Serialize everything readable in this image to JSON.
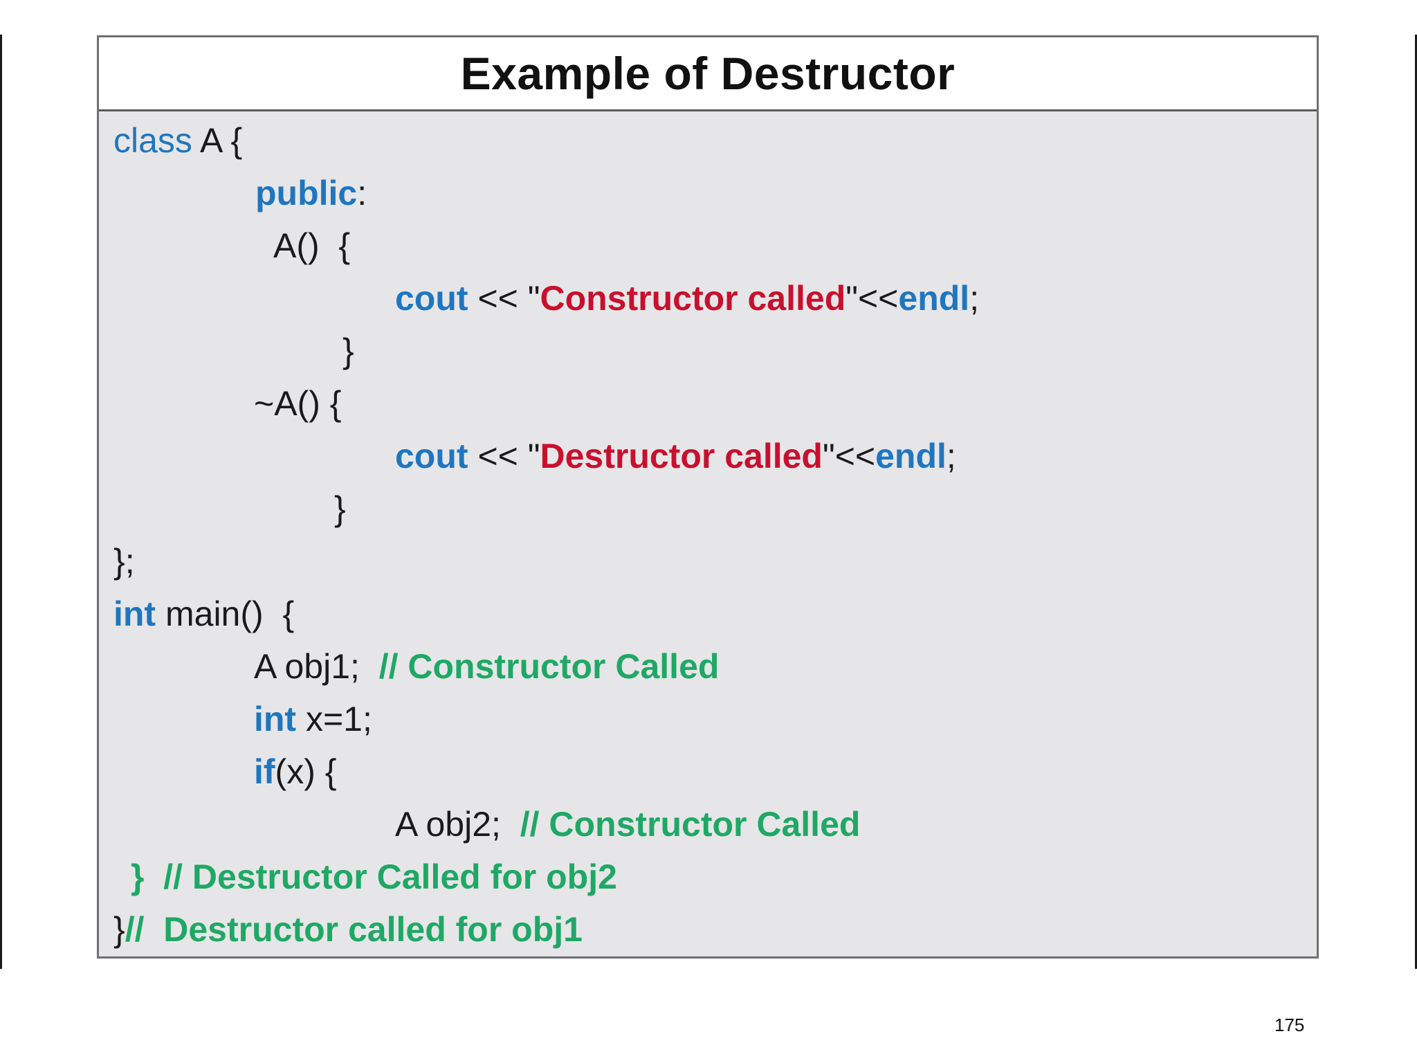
{
  "slide": {
    "title": "Example of Destructor",
    "page_number": "175"
  },
  "code": {
    "l1": {
      "kw": "class",
      "rest": " A {"
    },
    "l2": {
      "kw": "public",
      "rest": ":"
    },
    "l3": {
      "text": "A()  {"
    },
    "l4": {
      "kw1": "cout",
      "op1": " << \"",
      "str": "Constructor called",
      "op2": "\"<<",
      "kw2": "endl",
      "end": ";"
    },
    "l5": {
      "text": "}"
    },
    "l6": {
      "text": "~A() {"
    },
    "l7": {
      "kw1": "cout",
      "op1": " << \"",
      "str": "Destructor called",
      "op2": "\"<<",
      "kw2": "endl",
      "end": ";"
    },
    "l8": {
      "text": "}"
    },
    "l9": {
      "text": "};"
    },
    "l10": {
      "kw": "int",
      "rest": " main()  {"
    },
    "l11": {
      "text": "A obj1;  ",
      "cmt": "// Constructor Called"
    },
    "l12": {
      "kw": "int",
      "rest": " x=1;"
    },
    "l13": {
      "kw": "if",
      "rest": "(x) {"
    },
    "l14": {
      "text": "A obj2;  ",
      "cmt": "// Constructor Called"
    },
    "l15": {
      "cmt": "}  // Destructor Called for obj2"
    },
    "l16": {
      "text": "}",
      "cmt": "//  Destructor called for obj1"
    }
  },
  "colors": {
    "keyword": "#1f76bf",
    "string": "#c8102e",
    "comment": "#1fa865",
    "code_background": "#e6e6e8"
  }
}
